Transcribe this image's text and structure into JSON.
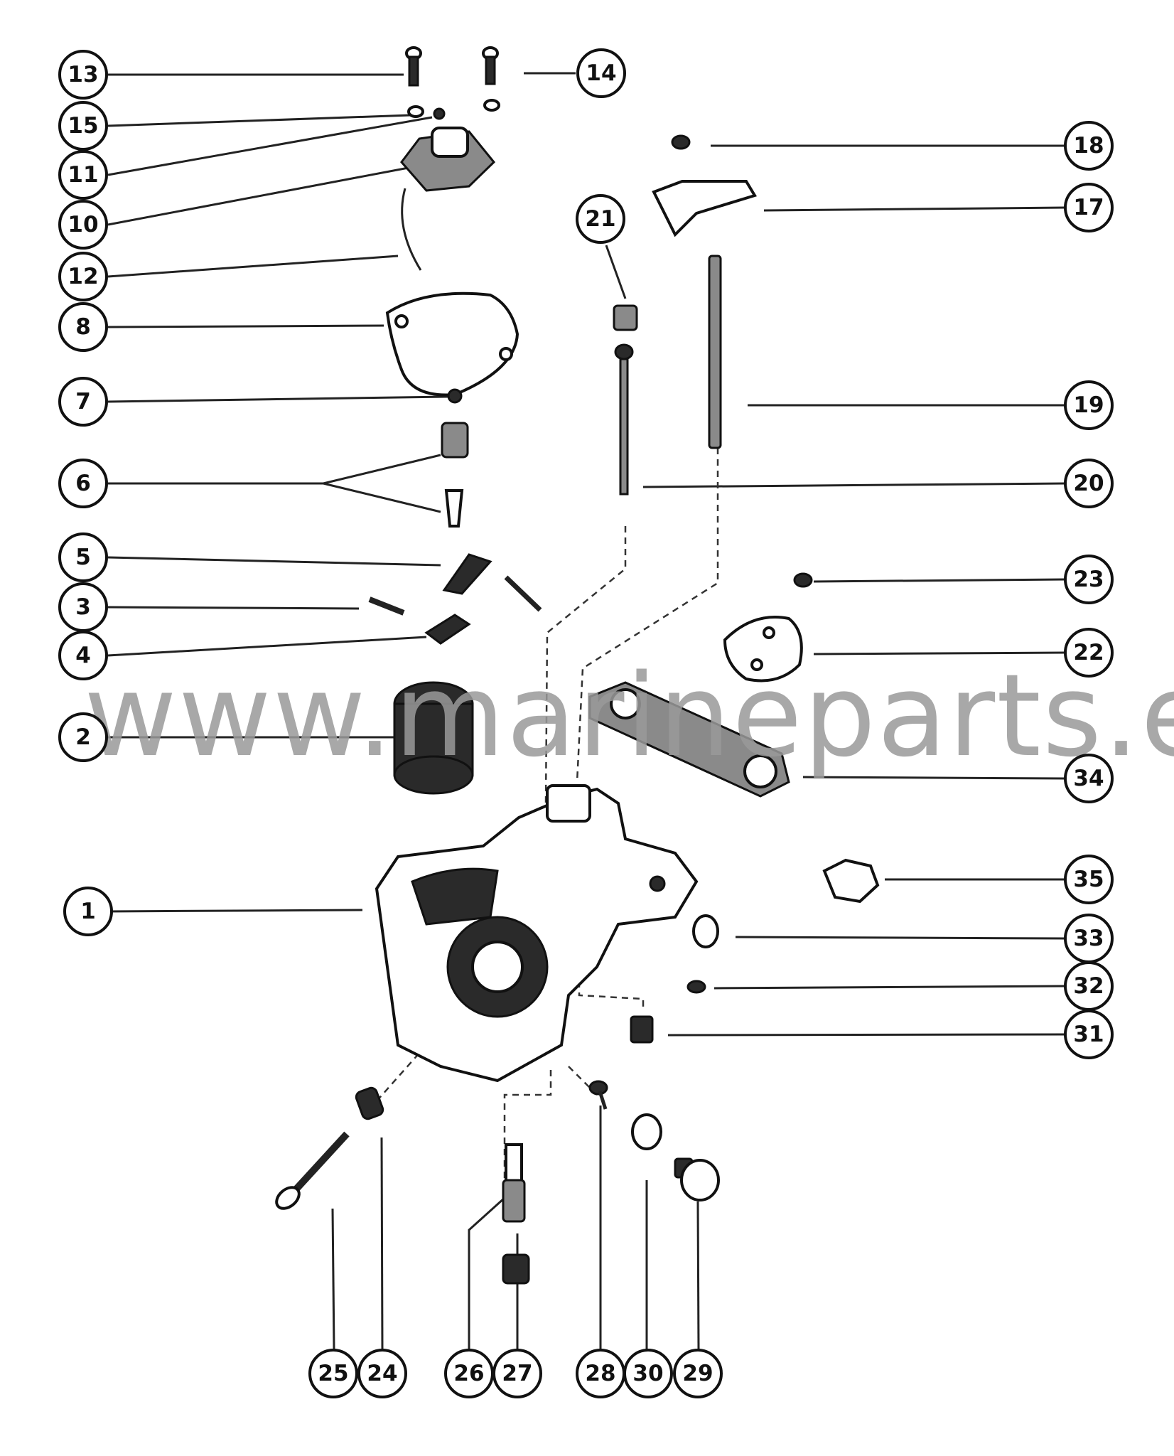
{
  "watermark": "www.marineparts.eu",
  "callouts": [
    {
      "label": "13"
    },
    {
      "label": "14"
    },
    {
      "label": "15"
    },
    {
      "label": "11"
    },
    {
      "label": "10"
    },
    {
      "label": "12"
    },
    {
      "label": "8"
    },
    {
      "label": "7"
    },
    {
      "label": "6"
    },
    {
      "label": "5"
    },
    {
      "label": "3"
    },
    {
      "label": "4"
    },
    {
      "label": "2"
    },
    {
      "label": "1"
    },
    {
      "label": "18"
    },
    {
      "label": "17"
    },
    {
      "label": "21"
    },
    {
      "label": "19"
    },
    {
      "label": "20"
    },
    {
      "label": "23"
    },
    {
      "label": "22"
    },
    {
      "label": "34"
    },
    {
      "label": "35"
    },
    {
      "label": "33"
    },
    {
      "label": "32"
    },
    {
      "label": "31"
    },
    {
      "label": "25"
    },
    {
      "label": "24"
    },
    {
      "label": "26"
    },
    {
      "label": "27"
    },
    {
      "label": "28"
    },
    {
      "label": "30"
    },
    {
      "label": "29"
    }
  ]
}
